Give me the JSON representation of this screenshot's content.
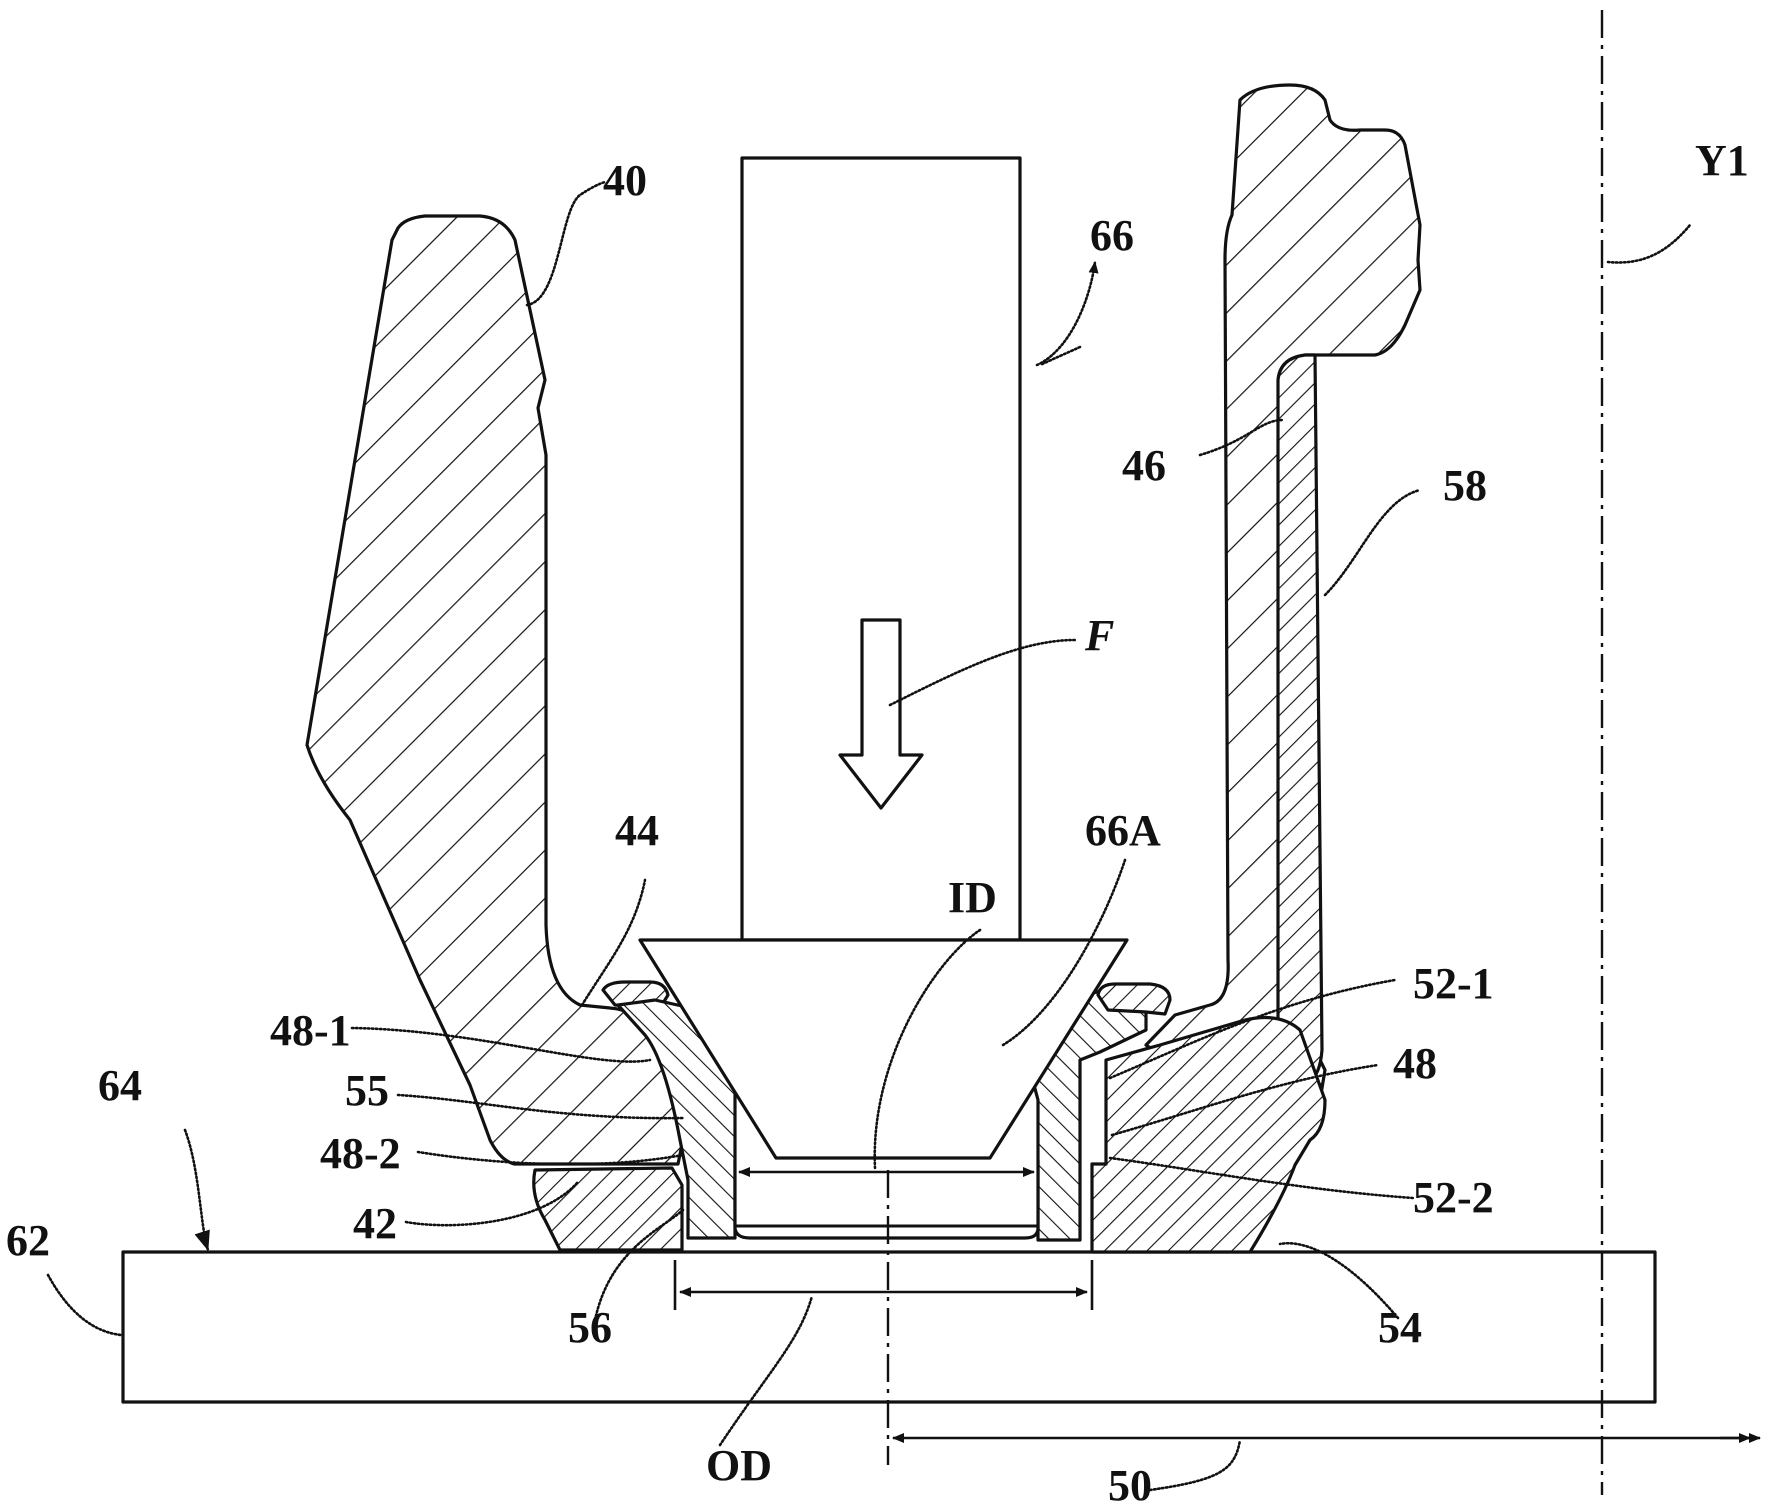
{
  "labels": {
    "l40": "40",
    "l66": "66",
    "lY1": "Y1",
    "l46": "46",
    "l58": "58",
    "lF": "F",
    "l44": "44",
    "l66A": "66A",
    "lID": "ID",
    "l52_1": "52-1",
    "l48_1": "48-1",
    "l48": "48",
    "l55": "55",
    "l64": "64",
    "l48_2": "48-2",
    "l52_2": "52-2",
    "l62": "62",
    "l42": "42",
    "l56": "56",
    "l54": "54",
    "lOD": "OD",
    "l50": "50"
  }
}
